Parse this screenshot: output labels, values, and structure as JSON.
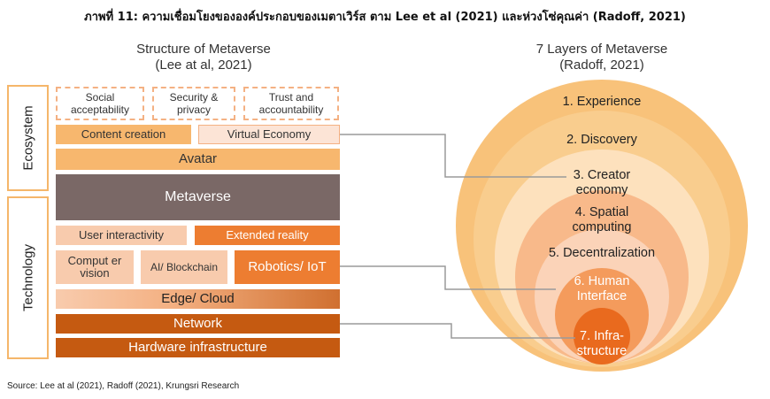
{
  "figure_title": "ภาพที่ 11: ความเชื่อมโยงขององค์ประกอบของเมตาเวิร์ส ตาม Lee et al (2021) และห่วงโซ่คุณค่า (Radoff, 2021)",
  "left": {
    "heading_line1": "Structure of Metaverse",
    "heading_line2": "(Lee at al, 2021)",
    "side_labels": {
      "ecosystem": "Ecosystem",
      "technology": "Technology"
    },
    "boxes": {
      "social": "Social acceptability",
      "security": "Security & privacy",
      "trust": "Trust and accountability",
      "content_creation": "Content creation",
      "virtual_economy": "Virtual Economy",
      "avatar": "Avatar",
      "metaverse": "Metaverse",
      "user_interactivity": "User interactivity",
      "extended_reality": "Extended reality",
      "computer_vision": "Comput er vision",
      "ai_blockchain": "AI/ Blockchain",
      "robotics_iot": "Robotics/ IoT",
      "edge_cloud": "Edge/ Cloud",
      "network": "Network",
      "hardware": "Hardware infrastructure"
    }
  },
  "right": {
    "heading_line1": "7 Layers of Metaverse",
    "heading_line2": "(Radoff, 2021)",
    "layers": [
      {
        "line1": "1. Experience",
        "line2": ""
      },
      {
        "line1": "2. Discovery",
        "line2": ""
      },
      {
        "line1": "3. Creator",
        "line2": "economy"
      },
      {
        "line1": "4. Spatial",
        "line2": "computing"
      },
      {
        "line1": "5. Decentralization",
        "line2": ""
      },
      {
        "line1": "6. Human",
        "line2": "Interface"
      },
      {
        "line1": "7. Infra-",
        "line2": "structure"
      }
    ],
    "colors": [
      "#f8c27a",
      "#f9cd8e",
      "#fde1bd",
      "#f8b98a",
      "#fbd3b8",
      "#f49b5c",
      "#e96a1e"
    ]
  },
  "source": "Source: Lee at al (2021), Radoff (2021), Krungsri Research"
}
